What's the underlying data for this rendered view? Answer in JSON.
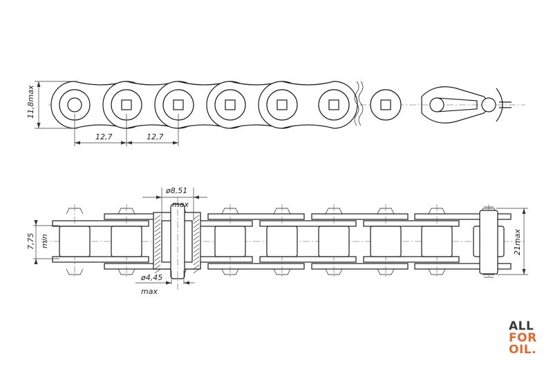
{
  "dimensions": {
    "height_max": "11,8max",
    "pitch_1": "12,7",
    "pitch_2": "12,7",
    "roller_dia": "ø8,51",
    "roller_dia_note": "max",
    "pin_dia": "ø4,45",
    "pin_dia_note": "max",
    "inner_width": "7,75",
    "inner_width_note": "min",
    "overall_width": "21max"
  },
  "logo": {
    "line1": "ALL",
    "line2": "FOR",
    "line3": "OIL."
  },
  "colors": {
    "ink": "#1a1a1a",
    "logo_gray": "#3a3a3a",
    "logo_orange": "#e8682a"
  }
}
